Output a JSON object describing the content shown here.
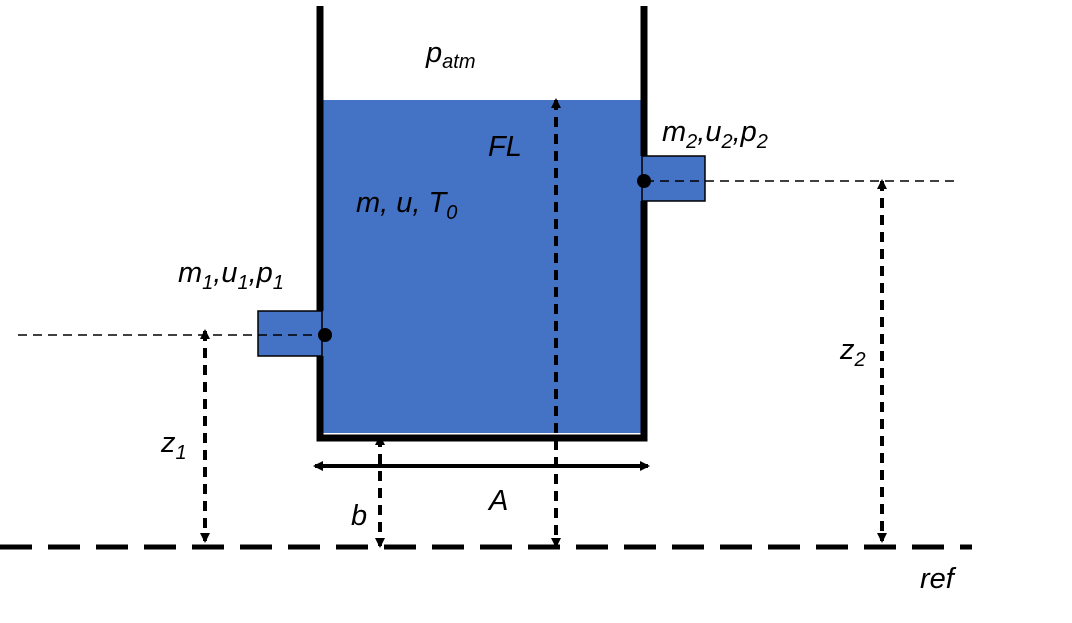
{
  "labels": {
    "p_atm": {
      "base": "p",
      "sub": "atm"
    },
    "fl": "FL",
    "tank_state": {
      "m": "m,",
      "u": " u,",
      "T": " T",
      "T_sub": "0"
    },
    "inlet": {
      "m": "m",
      "m_sub": "1",
      "u": ",u",
      "u_sub": "1",
      "p": ",p",
      "p_sub": "1"
    },
    "outlet": {
      "m": "m",
      "m_sub": "2",
      "u": ",u",
      "u_sub": "2",
      "p": ",p",
      "p_sub": "2"
    },
    "z1": {
      "base": "z",
      "sub": "1"
    },
    "z2": {
      "base": "z",
      "sub": "2"
    },
    "b": "b",
    "a": "A",
    "ref": "ref"
  },
  "colors": {
    "liquid": "#4472c4",
    "wall": "#000000",
    "background": "#ffffff"
  }
}
